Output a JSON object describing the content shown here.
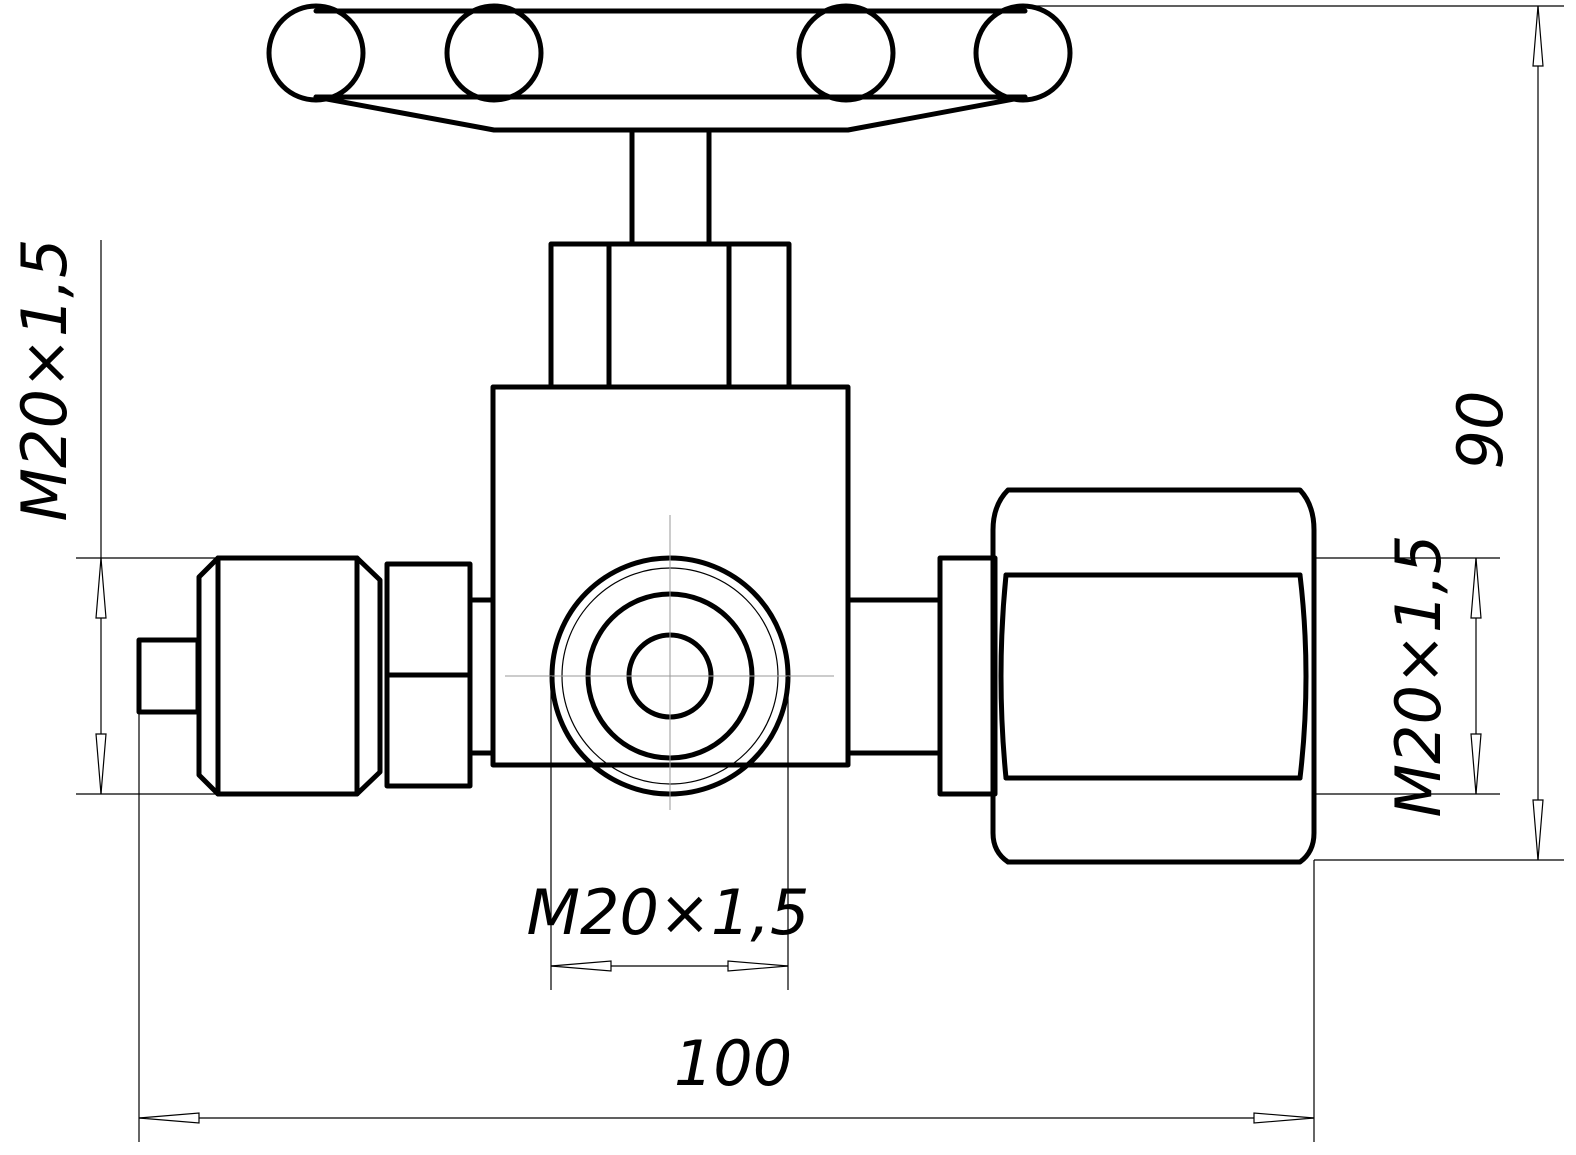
{
  "diagram": {
    "colors": {
      "line": "#000000",
      "centerline": "#999999",
      "background": "#ffffff"
    },
    "dimensions": {
      "left_thread": "M20×1,5",
      "right_thread": "M20×1,5",
      "bottom_thread": "M20×1,5",
      "overall_width": "100",
      "overall_height": "90"
    }
  }
}
